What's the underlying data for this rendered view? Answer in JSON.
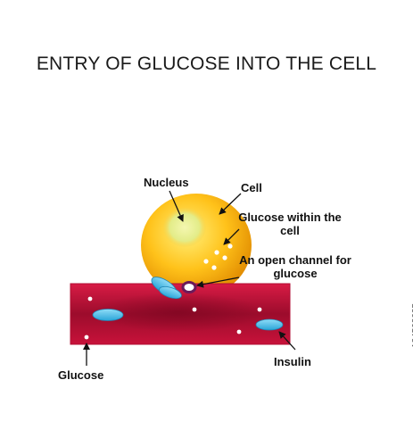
{
  "title": "ENTRY OF GLUCOSE INTO THE CELL",
  "labels": {
    "nucleus": "Nucleus",
    "cell": "Cell",
    "glucose_within": "Glucose within the cell",
    "open_channel": "An open channel for glucose",
    "glucose": "Glucose",
    "insulin": "Insulin"
  },
  "stock_id": "134563625",
  "colors": {
    "vessel": "#c8123a",
    "vessel_dark": "#8e0a25",
    "cell_outer": "#f2a400",
    "cell_inner": "#ffd24a",
    "nucleus": "#e9f08a",
    "insulin": "#3fb6e6",
    "channel": "#6b1a5a"
  }
}
